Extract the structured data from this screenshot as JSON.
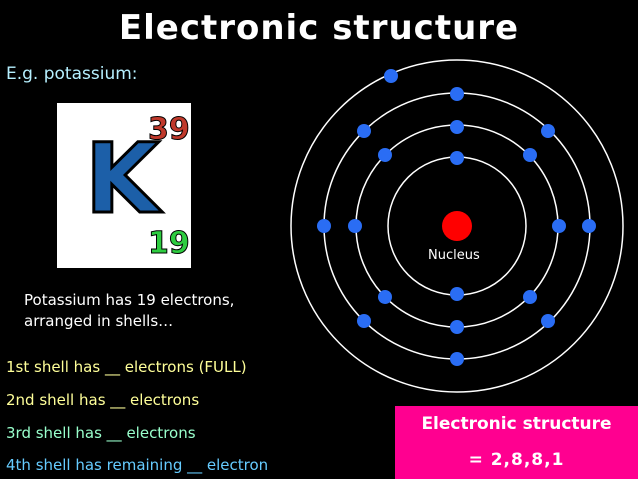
{
  "title": "Electronic structure",
  "example": "E.g. potassium:",
  "element": {
    "mass_number": "39",
    "symbol": "K",
    "atomic_number": "19"
  },
  "description": [
    "Potassium has 19 electrons,",
    "arranged in shells…"
  ],
  "shells": [
    "1st shell has __ electrons (FULL)",
    "2nd shell has __ electrons",
    "3rd shell has __ electrons",
    "4th shell has remaining __ electron"
  ],
  "nucleus_label": "Nucleus",
  "result": {
    "heading": "Electronic structure",
    "value": "= 2,8,8,1"
  },
  "colors": {
    "electron": "#2a6df4",
    "nucleus": "#ff0000",
    "box": "#ff0090"
  }
}
